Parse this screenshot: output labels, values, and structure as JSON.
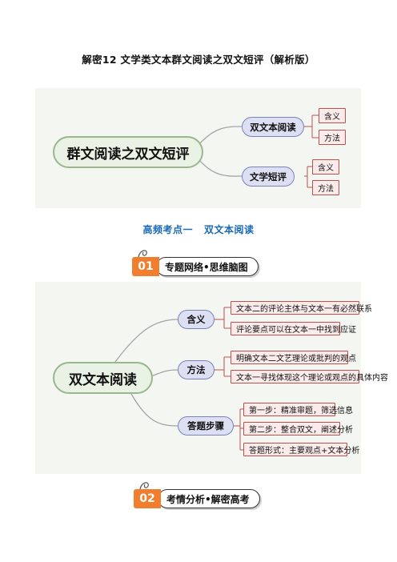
{
  "document": {
    "title": "解密12  文学类文本群文阅读之双文短评（解析版）"
  },
  "mindmap1": {
    "root": "群文阅读之双文短评",
    "branches": [
      {
        "label": "双文本阅读",
        "leaves": [
          "含义",
          "方法"
        ]
      },
      {
        "label": "文学短评",
        "leaves": [
          "含义",
          "方法"
        ]
      }
    ]
  },
  "section_heading": {
    "part1": "高频考点一",
    "part2": "双文本阅读"
  },
  "badge1": {
    "number": "01",
    "label": "专题网络•思维脑图"
  },
  "mindmap2": {
    "root": "双文本阅读",
    "branches": [
      {
        "label": "含义",
        "leaves": [
          "文本二的评论主体与文本一有必然联系",
          "评论要点可以在文本一中找到应证"
        ]
      },
      {
        "label": "方法",
        "leaves": [
          "明确文本二文艺理论或批判的观点",
          "文本一寻找体现这个理论或观点的具体内容"
        ]
      },
      {
        "label": "答题步骤",
        "leaves": [
          "第一步：精准审题，筛选信息",
          "第二步：整合双文，阐述分析",
          "答题形式：主要观点+文本分析"
        ]
      }
    ]
  },
  "badge2": {
    "number": "02",
    "label": "考情分析•解密高考"
  },
  "colors": {
    "heading_blue": "#1a69b5",
    "badge_orange": "#f07e2e",
    "root_border": "#9bb58e",
    "branch_border": "#7b82b8",
    "leaf_border": "#c0504d"
  }
}
